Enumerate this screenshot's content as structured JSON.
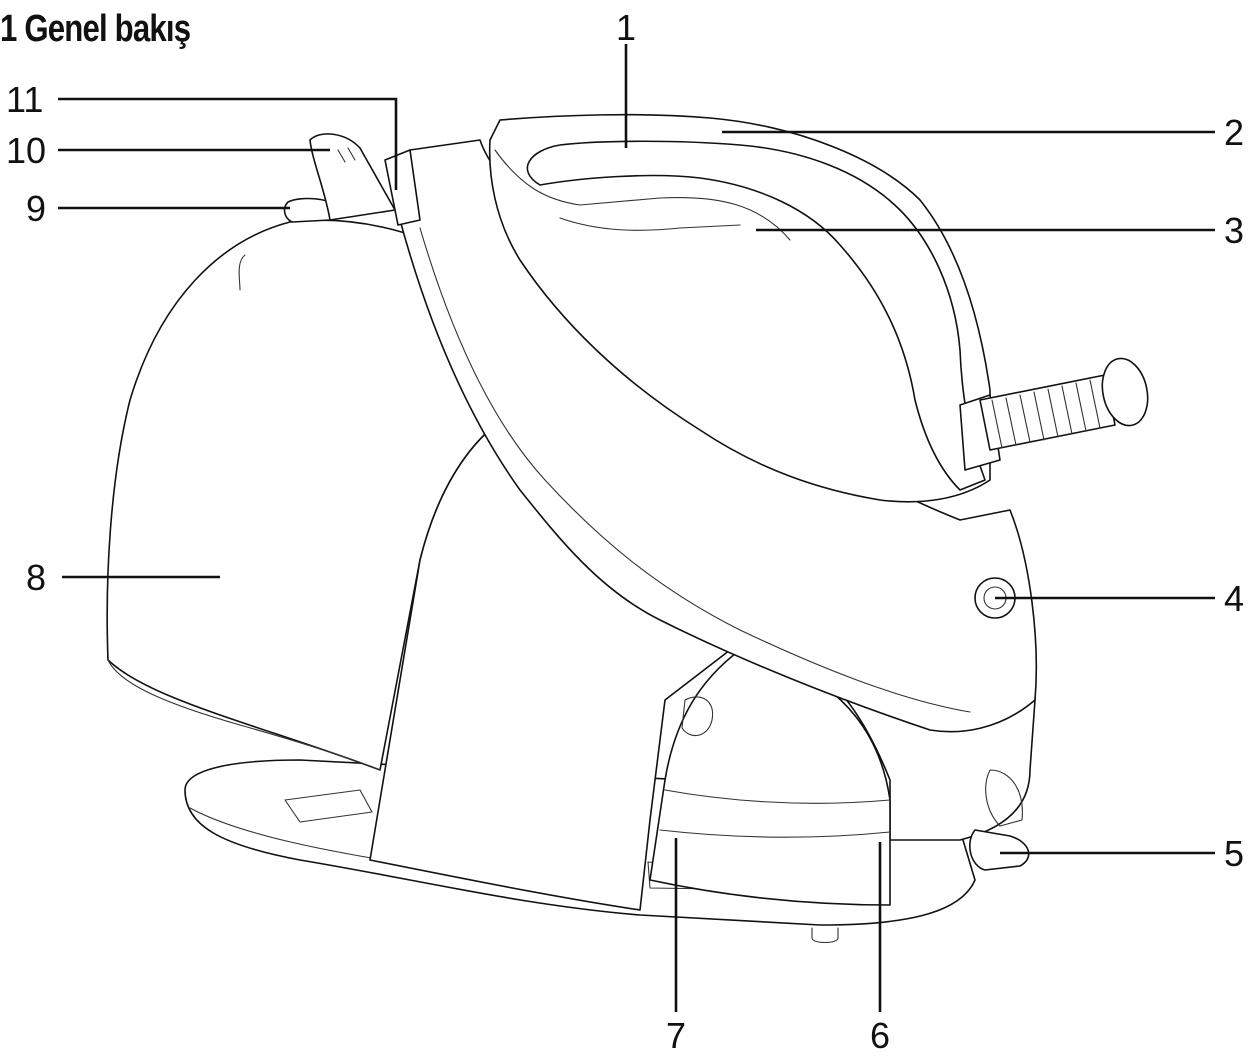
{
  "heading": {
    "number": "1",
    "text": "Genel bakış"
  },
  "callouts": [
    {
      "id": "c1",
      "label": "1"
    },
    {
      "id": "c2",
      "label": "2"
    },
    {
      "id": "c3",
      "label": "3"
    },
    {
      "id": "c4",
      "label": "4"
    },
    {
      "id": "c5",
      "label": "5"
    },
    {
      "id": "c6",
      "label": "6"
    },
    {
      "id": "c7",
      "label": "7"
    },
    {
      "id": "c8",
      "label": "8"
    },
    {
      "id": "c9",
      "label": "9"
    },
    {
      "id": "c10",
      "label": "10"
    },
    {
      "id": "c11",
      "label": "11"
    }
  ],
  "colors": {
    "line": "#111111",
    "background": "#ffffff"
  }
}
